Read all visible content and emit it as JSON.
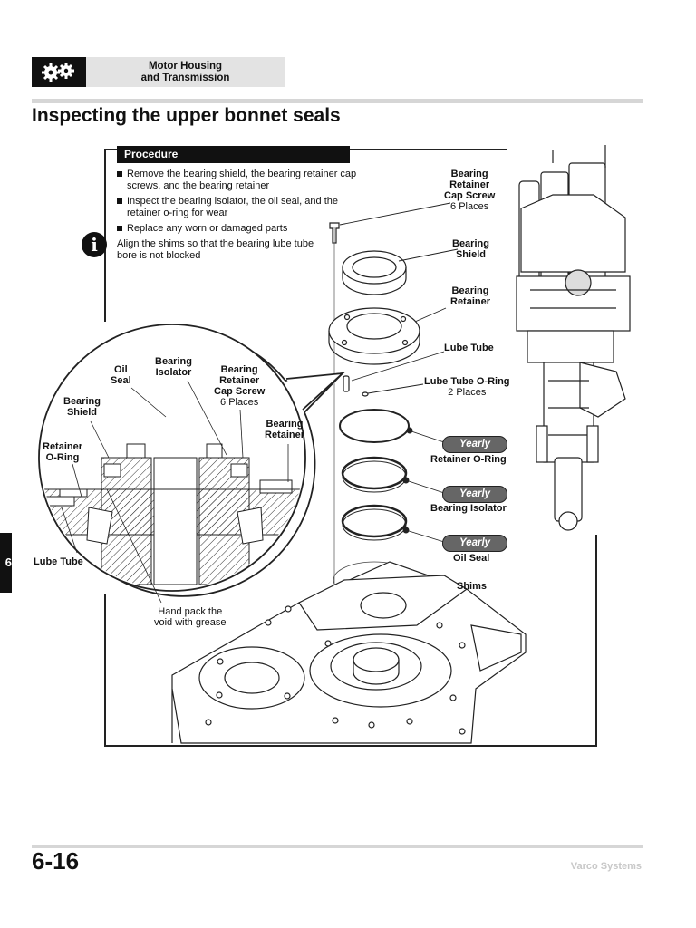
{
  "header": {
    "section_title_line1": "Motor Housing",
    "section_title_line2": "and Transmission",
    "icon": "gears-icon"
  },
  "page_title": "Inspecting the upper bonnet seals",
  "procedure": {
    "heading": "Procedure",
    "steps": [
      "Remove the bearing shield, the bearing retainer cap screws, and the bearing retainer",
      "Inspect the bearing isolator, the oil seal, and the retainer o-ring for wear",
      "Replace any worn or damaged parts"
    ],
    "note": "Align the shims so that the bearing lube tube bore is not blocked",
    "note_icon": "info-icon"
  },
  "exploded_labels": {
    "cap_screw": "Bearing\nRetainer\nCap Screw",
    "cap_screw_qty": "6 Places",
    "shield": "Bearing\nShield",
    "retainer": "Bearing\nRetainer",
    "lube_tube": "Lube Tube",
    "lube_oring": "Lube Tube O-Ring",
    "lube_oring_qty": "2 Places",
    "retainer_oring": "Retainer O-Ring",
    "bearing_isolator": "Bearing Isolator",
    "oil_seal": "Oil Seal",
    "shims": "Shims",
    "yearly": "Yearly"
  },
  "detail_labels": {
    "oil_seal": "Oil\nSeal",
    "bearing_isolator": "Bearing\nIsolator",
    "cap_screw": "Bearing\nRetainer\nCap Screw",
    "cap_screw_qty": "6 Places",
    "bearing_shield": "Bearing\nShield",
    "bearing_retainer": "Bearing\nRetainer",
    "retainer_oring": "Retainer\nO-Ring",
    "lube_tube": "Lube Tube",
    "grease_note": "Hand pack the\nvoid with grease"
  },
  "side_tab": "6",
  "footer": {
    "page_number": "6-16",
    "brand": "Varco Systems"
  }
}
